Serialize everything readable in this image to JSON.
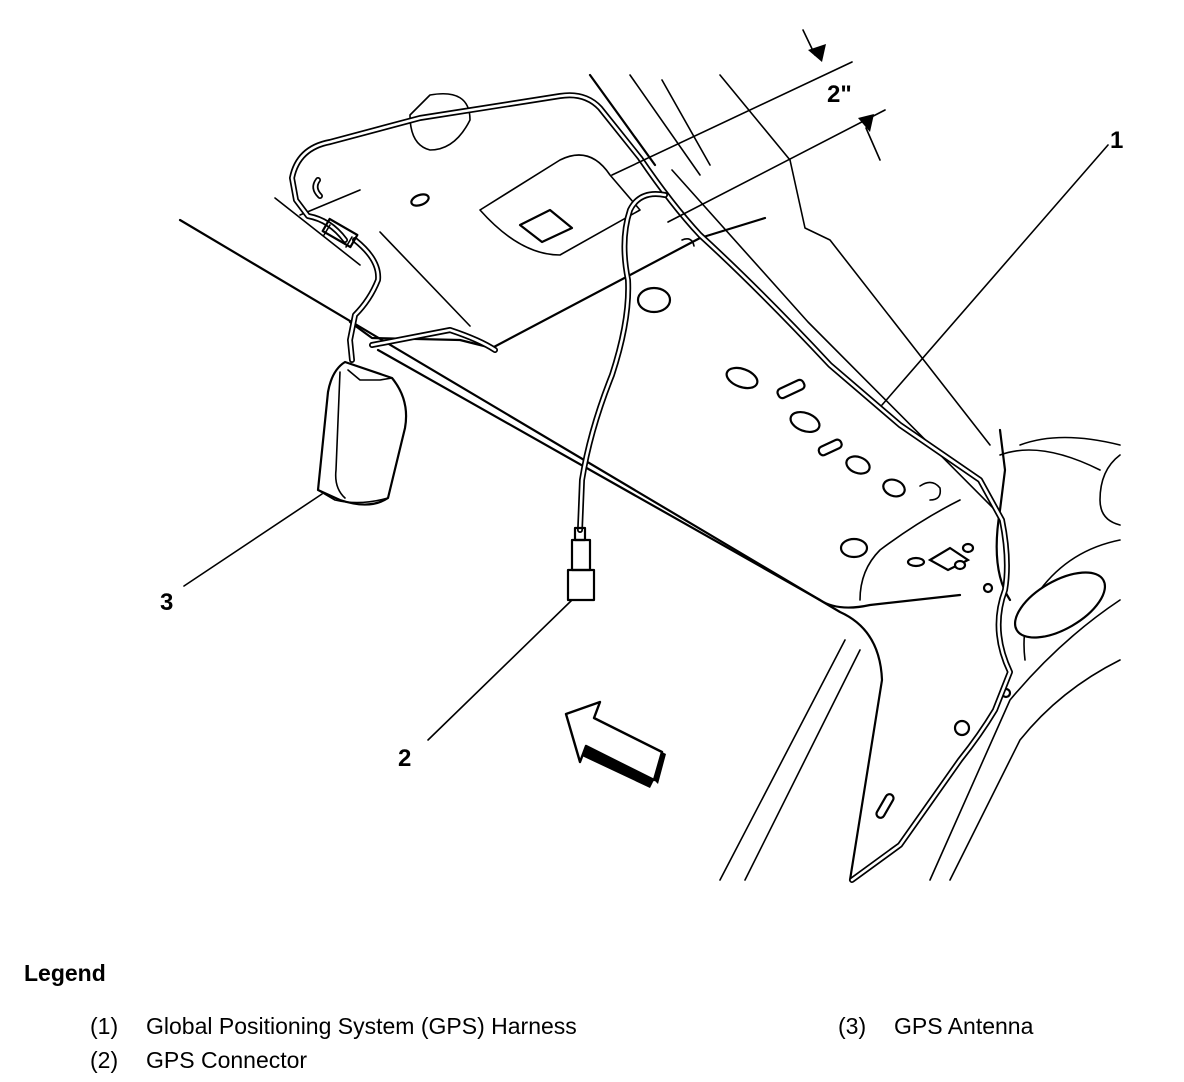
{
  "diagram": {
    "callouts": {
      "harness": "1",
      "connector": "2",
      "antenna": "3"
    },
    "dimension_label": "2\""
  },
  "legend": {
    "title": "Legend",
    "items": [
      {
        "number": "(1)",
        "label": "Global Positioning System (GPS) Harness"
      },
      {
        "number": "(2)",
        "label": "GPS Connector"
      },
      {
        "number": "(3)",
        "label": "GPS Antenna"
      }
    ]
  }
}
